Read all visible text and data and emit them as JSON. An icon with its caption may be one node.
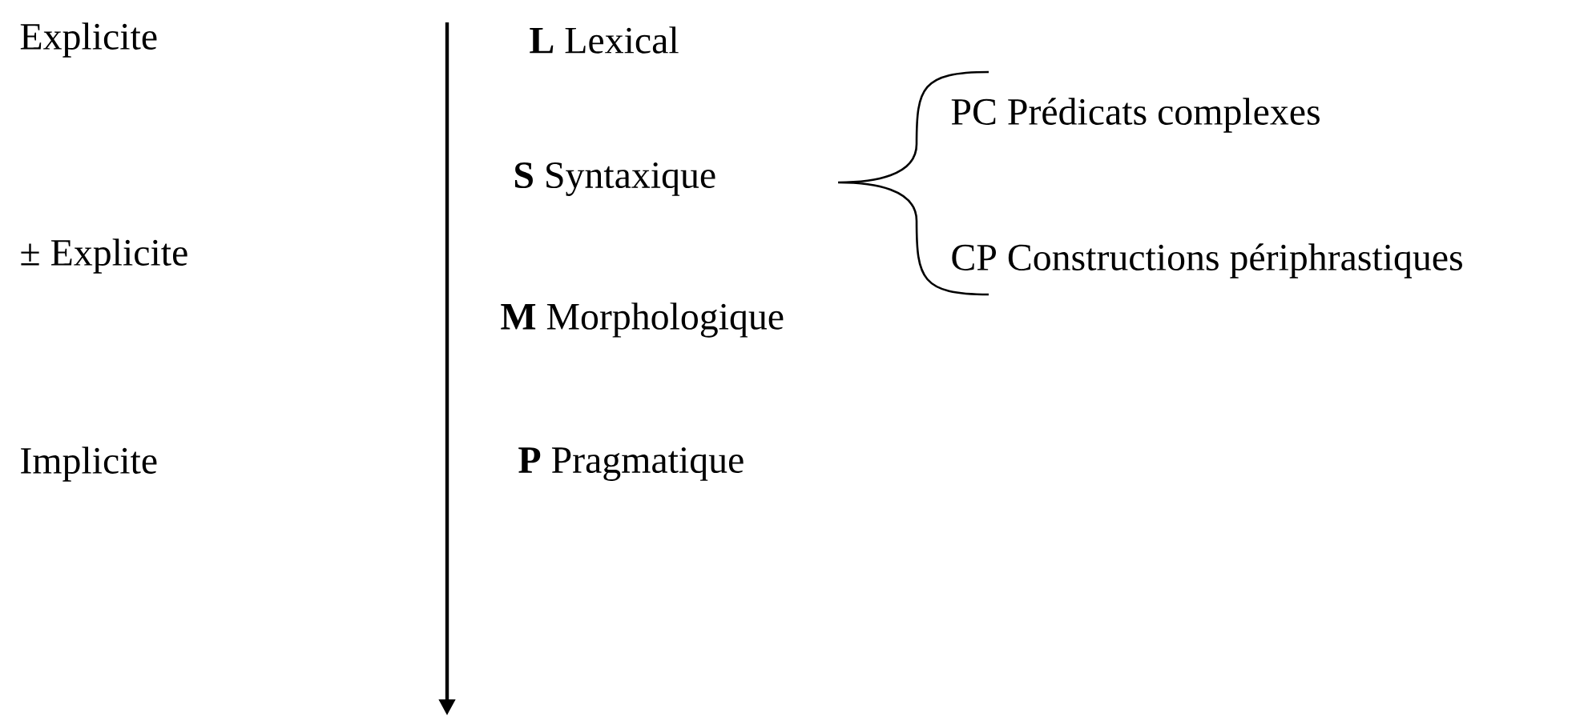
{
  "diagram": {
    "labels": [
      "Explicite",
      "**L** Lexical",
      "PC Prédicats complexes",
      "**S** Syntaxique",
      "± Explicite",
      "CP Constructions périphrastiques",
      "**M** Morphologique",
      "Implicite",
      "**P** Pragmatique"
    ]
  }
}
